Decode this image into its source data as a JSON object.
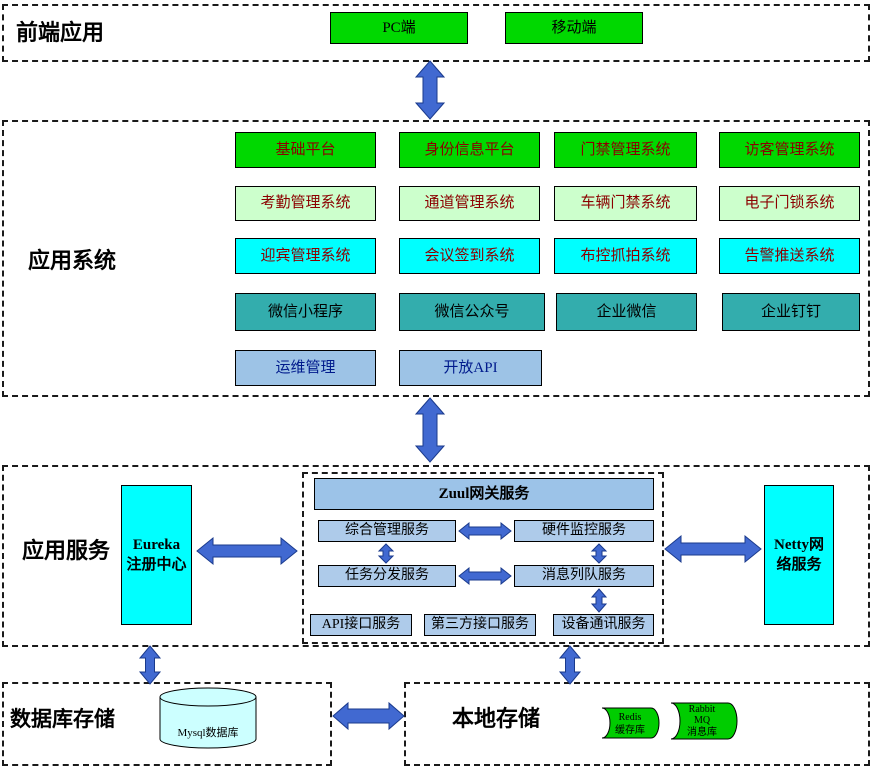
{
  "colors": {
    "green": "#00d800",
    "pale_green": "#ccffcc",
    "cyan": "#00ffff",
    "teal": "#33adad",
    "light_blue": "#9dc3e6",
    "service_blue": "#aecbea",
    "arrow_blue": "#4169d1"
  },
  "frontend": {
    "label": "前端应用",
    "items": [
      "PC端",
      "移动端"
    ]
  },
  "app_system": {
    "label": "应用系统",
    "rows": [
      {
        "items": [
          "基础平台",
          "身份信息平台",
          "门禁管理系统",
          "访客管理系统"
        ]
      },
      {
        "items": [
          "考勤管理系统",
          "通道管理系统",
          "车辆门禁系统",
          "电子门锁系统"
        ]
      },
      {
        "items": [
          "迎宾管理系统",
          "会议签到系统",
          "布控抓拍系统",
          "告警推送系统"
        ]
      },
      {
        "items": [
          "微信小程序",
          "微信公众号",
          "企业微信",
          "企业钉钉"
        ]
      },
      {
        "items": [
          "运维管理",
          "开放API"
        ]
      }
    ]
  },
  "app_service": {
    "label": "应用服务",
    "eureka": "Eureka注册中心",
    "netty": "Netty网络服务",
    "zuul": "Zuul网关服务",
    "services": {
      "mgmt": "综合管理服务",
      "hw": "硬件监控服务",
      "task": "任务分发服务",
      "mq": "消息列队服务",
      "api": "API接口服务",
      "third": "第三方接口服务",
      "device": "设备通讯服务"
    }
  },
  "db_storage": {
    "label": "数据库存储",
    "mysql": "Mysql数据库"
  },
  "local_storage": {
    "label": "本地存储",
    "redis": [
      "Redis",
      "缓存库"
    ],
    "rabbit": [
      "Rabbit",
      "MQ",
      "消息库"
    ]
  }
}
